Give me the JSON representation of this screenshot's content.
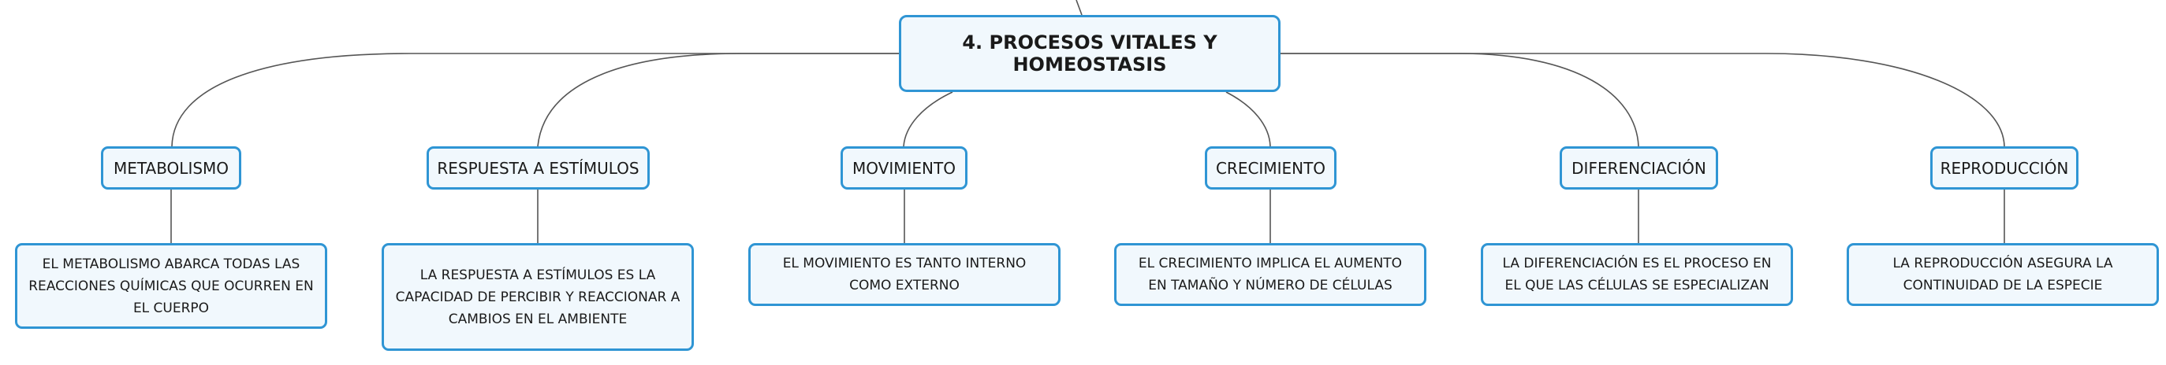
{
  "accent_color": "#2f95d4",
  "line_color": "#555555",
  "root": {
    "title": "4. PROCESOS VITALES Y HOMEOSTASIS"
  },
  "categories": [
    {
      "label": "METABOLISMO",
      "description": "EL METABOLISMO ABARCA TODAS LAS REACCIONES QUÍMICAS QUE OCURREN EN EL CUERPO"
    },
    {
      "label": "RESPUESTA A ESTÍMULOS",
      "description": "LA RESPUESTA A ESTÍMULOS ES LA CAPACIDAD DE PERCIBIR Y REACCIONAR A CAMBIOS EN EL AMBIENTE"
    },
    {
      "label": "MOVIMIENTO",
      "description": "EL MOVIMIENTO ES TANTO INTERNO COMO EXTERNO"
    },
    {
      "label": "CRECIMIENTO",
      "description": "EL CRECIMIENTO IMPLICA EL AUMENTO EN TAMAÑO Y NÚMERO DE CÉLULAS"
    },
    {
      "label": "DIFERENCIACIÓN",
      "description": "LA DIFERENCIACIÓN ES EL PROCESO EN EL QUE LAS CÉLULAS SE ESPECIALIZAN"
    },
    {
      "label": "REPRODUCCIÓN",
      "description": "LA REPRODUCCIÓN ASEGURA LA CONTINUIDAD DE LA ESPECIE"
    }
  ]
}
